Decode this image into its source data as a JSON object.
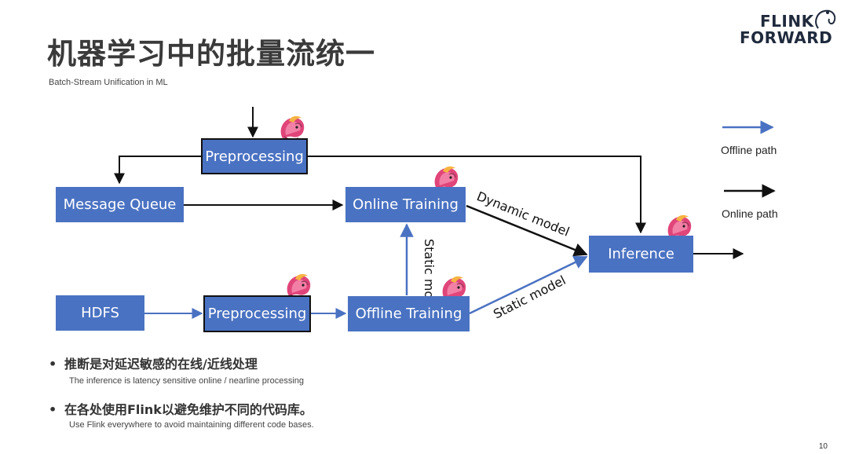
{
  "title": "机器学习中的批量流统一",
  "subtitle": "Batch-Stream Unification in ML",
  "logo": {
    "line1": "FLINK",
    "line2": "FORWARD"
  },
  "nodes": {
    "preprocessing_top": "Preprocessing",
    "message_queue": "Message Queue",
    "online_training": "Online Training",
    "inference": "Inference",
    "hdfs": "HDFS",
    "preprocessing_bottom": "Preprocessing",
    "offline_training": "Offline Training"
  },
  "edge_labels": {
    "dynamic_model": "Dynamic model",
    "static_model_vertical": "Static model",
    "static_model_diagonal": "Static model"
  },
  "legend": {
    "offline": "Offline path",
    "online": "Online path"
  },
  "colors": {
    "offline_path": "#4a72c2",
    "online_path": "#111111",
    "node_fill": "#4a72c2"
  },
  "bullets": [
    {
      "text": "推断是对延迟敏感的在线/近线处理",
      "sub": "The inference is latency sensitive online / nearline processing"
    },
    {
      "text": "在各处使用Flink以避免维护不同的代码库。",
      "sub": "Use Flink everywhere to avoid maintaining different code bases."
    }
  ],
  "page_number": "10",
  "icons": [
    "flink-squirrel-icon"
  ]
}
